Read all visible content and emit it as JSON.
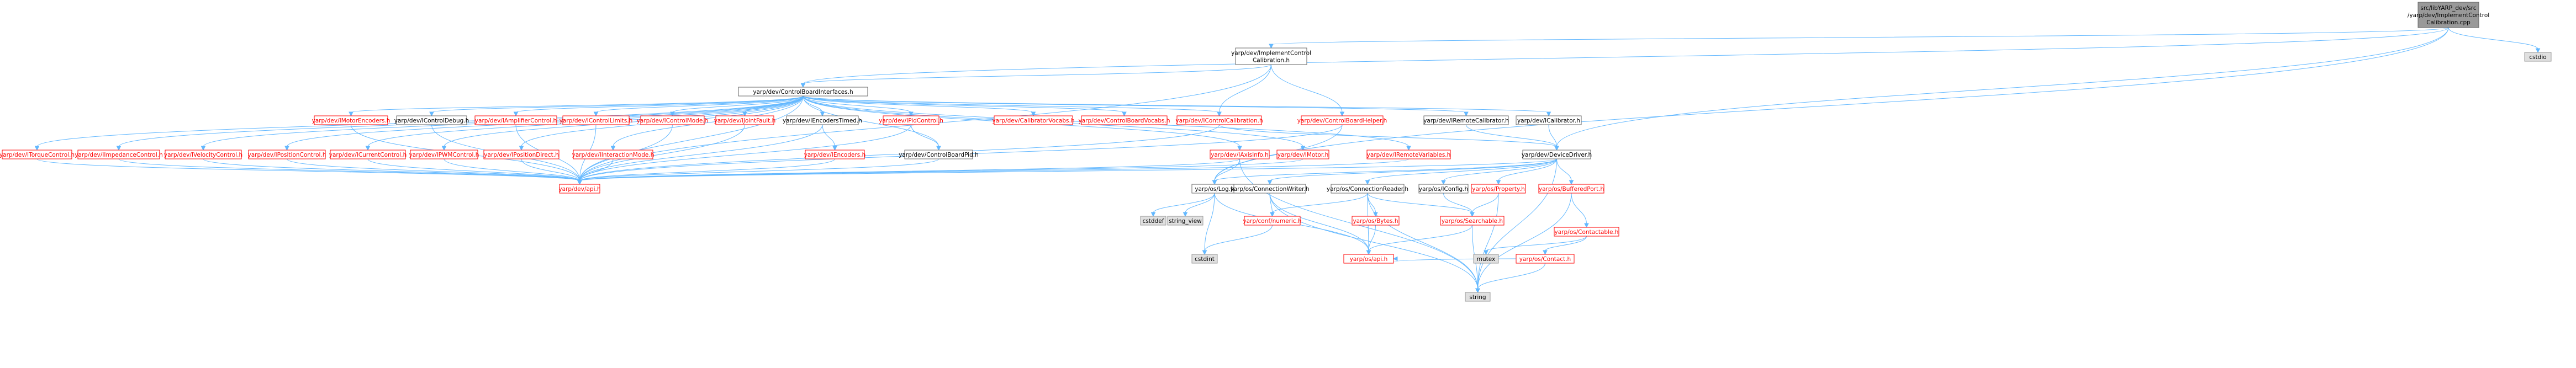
{
  "diagram": {
    "background": "#ffffff",
    "edge_color": "#63b8ff",
    "nodes": [
      {
        "id": "root",
        "label": [
          "src/libYARP_dev/src",
          "/yarp/dev/ImplementControl",
          "Calibration.cpp"
        ],
        "kind": "root"
      },
      {
        "id": "implh",
        "label": [
          "yarp/dev/ImplementControl",
          "Calibration.h"
        ],
        "kind": "file"
      },
      {
        "id": "cstdio",
        "label": [
          "cstdio"
        ],
        "kind": "sys"
      },
      {
        "id": "cbi",
        "label": [
          "yarp/dev/ControlBoardInterfaces.h"
        ],
        "kind": "file"
      },
      {
        "id": "itorque",
        "label": [
          "yarp/dev/ITorqueControl.h"
        ],
        "kind": "trunc"
      },
      {
        "id": "iimped",
        "label": [
          "yarp/dev/IImpedanceControl.h"
        ],
        "kind": "trunc"
      },
      {
        "id": "ivel",
        "label": [
          "yarp/dev/IVelocityControl.h"
        ],
        "kind": "trunc"
      },
      {
        "id": "ipos",
        "label": [
          "yarp/dev/IPositionControl.h"
        ],
        "kind": "trunc"
      },
      {
        "id": "imotenc",
        "label": [
          "yarp/dev/IMotorEncoders.h"
        ],
        "kind": "trunc"
      },
      {
        "id": "icur",
        "label": [
          "yarp/dev/ICurrentControl.h"
        ],
        "kind": "trunc"
      },
      {
        "id": "icbdebug",
        "label": [
          "yarp/dev/IControlDebug.h"
        ],
        "kind": "file"
      },
      {
        "id": "ipwm",
        "label": [
          "yarp/dev/IPWMControl.h"
        ],
        "kind": "trunc"
      },
      {
        "id": "iamp",
        "label": [
          "yarp/dev/IAmplifierControl.h"
        ],
        "kind": "trunc"
      },
      {
        "id": "iposdir",
        "label": [
          "yarp/dev/IPositionDirect.h"
        ],
        "kind": "trunc"
      },
      {
        "id": "ictrllim",
        "label": [
          "yarp/dev/IControlLimits.h"
        ],
        "kind": "trunc"
      },
      {
        "id": "iintmode",
        "label": [
          "yarp/dev/IInteractionMode.h"
        ],
        "kind": "trunc"
      },
      {
        "id": "ictrlmode",
        "label": [
          "yarp/dev/IControlMode.h"
        ],
        "kind": "trunc"
      },
      {
        "id": "ijointfault",
        "label": [
          "yarp/dev/IJointFault.h"
        ],
        "kind": "trunc"
      },
      {
        "id": "iencoderstimed",
        "label": [
          "yarp/dev/IEncodersTimed.h"
        ],
        "kind": "file"
      },
      {
        "id": "iencoders",
        "label": [
          "yarp/dev/IEncoders.h"
        ],
        "kind": "trunc"
      },
      {
        "id": "ipid",
        "label": [
          "yarp/dev/IPidControl.h"
        ],
        "kind": "trunc"
      },
      {
        "id": "cbpid",
        "label": [
          "yarp/dev/ControlBoardPid.h"
        ],
        "kind": "file"
      },
      {
        "id": "calibvocabs",
        "label": [
          "yarp/dev/CalibratorVocabs.h"
        ],
        "kind": "trunc"
      },
      {
        "id": "cbvocabs",
        "label": [
          "yarp/dev/ControlBoardVocabs.h"
        ],
        "kind": "trunc"
      },
      {
        "id": "ictrlcal",
        "label": [
          "yarp/dev/IControlCalibration.h"
        ],
        "kind": "trunc"
      },
      {
        "id": "iaxisinfo",
        "label": [
          "yarp/dev/IAxisInfo.h"
        ],
        "kind": "trunc"
      },
      {
        "id": "imotor",
        "label": [
          "yarp/dev/IMotor.h"
        ],
        "kind": "trunc"
      },
      {
        "id": "cbhelper",
        "label": [
          "yarp/dev/ControlBoardHelper.h"
        ],
        "kind": "trunc"
      },
      {
        "id": "iremvars",
        "label": [
          "yarp/dev/IRemoteVariables.h"
        ],
        "kind": "trunc"
      },
      {
        "id": "iremcal",
        "label": [
          "yarp/dev/IRemoteCalibrator.h"
        ],
        "kind": "file"
      },
      {
        "id": "ical",
        "label": [
          "yarp/dev/ICalibrator.h"
        ],
        "kind": "file"
      },
      {
        "id": "devdriver",
        "label": [
          "yarp/dev/DeviceDriver.h"
        ],
        "kind": "file"
      },
      {
        "id": "devapi",
        "label": [
          "yarp/dev/api.h"
        ],
        "kind": "trunc"
      },
      {
        "id": "oslog",
        "label": [
          "yarp/os/Log.h"
        ],
        "kind": "file"
      },
      {
        "id": "connwriter",
        "label": [
          "yarp/os/ConnectionWriter.h"
        ],
        "kind": "file"
      },
      {
        "id": "connreader",
        "label": [
          "yarp/os/ConnectionReader.h"
        ],
        "kind": "file"
      },
      {
        "id": "iconfig",
        "label": [
          "yarp/os/IConfig.h"
        ],
        "kind": "file"
      },
      {
        "id": "property",
        "label": [
          "yarp/os/Property.h"
        ],
        "kind": "trunc"
      },
      {
        "id": "bufport",
        "label": [
          "yarp/os/BufferedPort.h"
        ],
        "kind": "trunc"
      },
      {
        "id": "cstddef",
        "label": [
          "cstddef"
        ],
        "kind": "sys"
      },
      {
        "id": "string_view",
        "label": [
          "string_view"
        ],
        "kind": "sys"
      },
      {
        "id": "cstdint",
        "label": [
          "cstdint"
        ],
        "kind": "sys"
      },
      {
        "id": "convnum",
        "label": [
          "yarp/conf/numeric.h"
        ],
        "kind": "trunc"
      },
      {
        "id": "bytes",
        "label": [
          "yarp/os/Bytes.h"
        ],
        "kind": "trunc"
      },
      {
        "id": "searchable",
        "label": [
          "yarp/os/Searchable.h"
        ],
        "kind": "trunc"
      },
      {
        "id": "contactable",
        "label": [
          "yarp/os/Contactable.h"
        ],
        "kind": "trunc"
      },
      {
        "id": "osapi",
        "label": [
          "yarp/os/api.h"
        ],
        "kind": "trunc"
      },
      {
        "id": "mutex",
        "label": [
          "mutex"
        ],
        "kind": "sys"
      },
      {
        "id": "contact",
        "label": [
          "yarp/os/Contact.h"
        ],
        "kind": "trunc"
      },
      {
        "id": "string",
        "label": [
          "string"
        ],
        "kind": "sys"
      }
    ],
    "edges": [
      [
        "root",
        "implh"
      ],
      [
        "root",
        "cstdio"
      ],
      [
        "root",
        "cbi"
      ],
      [
        "root",
        "devdriver"
      ],
      [
        "root",
        "oslog"
      ],
      [
        "implh",
        "cbi"
      ],
      [
        "implh",
        "ictrlcal"
      ],
      [
        "implh",
        "cbhelper"
      ],
      [
        "implh",
        "devapi"
      ],
      [
        "cbi",
        "itorque"
      ],
      [
        "cbi",
        "iimped"
      ],
      [
        "cbi",
        "ivel"
      ],
      [
        "cbi",
        "ipos"
      ],
      [
        "cbi",
        "imotenc"
      ],
      [
        "cbi",
        "icur"
      ],
      [
        "cbi",
        "icbdebug"
      ],
      [
        "cbi",
        "ipwm"
      ],
      [
        "cbi",
        "iamp"
      ],
      [
        "cbi",
        "iposdir"
      ],
      [
        "cbi",
        "ictrllim"
      ],
      [
        "cbi",
        "iintmode"
      ],
      [
        "cbi",
        "ictrlmode"
      ],
      [
        "cbi",
        "ijointfault"
      ],
      [
        "cbi",
        "iencoderstimed"
      ],
      [
        "cbi",
        "ipid"
      ],
      [
        "cbi",
        "calibvocabs"
      ],
      [
        "cbi",
        "cbvocabs"
      ],
      [
        "cbi",
        "ictrlcal"
      ],
      [
        "cbi",
        "iaxisinfo"
      ],
      [
        "cbi",
        "imotor"
      ],
      [
        "cbi",
        "iremvars"
      ],
      [
        "cbi",
        "iremcal"
      ],
      [
        "cbi",
        "ical"
      ],
      [
        "cbi",
        "cbpid"
      ],
      [
        "cbi",
        "devapi"
      ],
      [
        "itorque",
        "devapi"
      ],
      [
        "iimped",
        "devapi"
      ],
      [
        "ivel",
        "devapi"
      ],
      [
        "ipos",
        "devapi"
      ],
      [
        "imotenc",
        "devapi"
      ],
      [
        "icur",
        "devapi"
      ],
      [
        "icbdebug",
        "devapi"
      ],
      [
        "ipwm",
        "devapi"
      ],
      [
        "iamp",
        "devapi"
      ],
      [
        "iposdir",
        "devapi"
      ],
      [
        "ictrllim",
        "devapi"
      ],
      [
        "iintmode",
        "devapi"
      ],
      [
        "ictrlmode",
        "devapi"
      ],
      [
        "ijointfault",
        "devapi"
      ],
      [
        "iencoderstimed",
        "iencoders"
      ],
      [
        "iencoderstimed",
        "devapi"
      ],
      [
        "iencoders",
        "devapi"
      ],
      [
        "ipid",
        "cbpid"
      ],
      [
        "ipid",
        "devapi"
      ],
      [
        "cbpid",
        "devapi"
      ],
      [
        "ictrlcal",
        "devapi"
      ],
      [
        "ictrlcal",
        "devdriver"
      ],
      [
        "iaxisinfo",
        "devapi"
      ],
      [
        "iaxisinfo",
        "oslog"
      ],
      [
        "iaxisinfo",
        "string"
      ],
      [
        "imotor",
        "devapi"
      ],
      [
        "cbhelper",
        "oslog"
      ],
      [
        "cbhelper",
        "devapi"
      ],
      [
        "iremvars",
        "devapi"
      ],
      [
        "iremcal",
        "devdriver"
      ],
      [
        "ical",
        "devdriver"
      ],
      [
        "devdriver",
        "devapi"
      ],
      [
        "devdriver",
        "oslog"
      ],
      [
        "devdriver",
        "connwriter"
      ],
      [
        "devdriver",
        "connreader"
      ],
      [
        "devdriver",
        "iconfig"
      ],
      [
        "devdriver",
        "property"
      ],
      [
        "devdriver",
        "bufport"
      ],
      [
        "devdriver",
        "string"
      ],
      [
        "oslog",
        "cstddef"
      ],
      [
        "oslog",
        "string_view"
      ],
      [
        "oslog",
        "cstdint"
      ],
      [
        "oslog",
        "osapi"
      ],
      [
        "connwriter",
        "convnum"
      ],
      [
        "connwriter",
        "osapi"
      ],
      [
        "connwriter",
        "string"
      ],
      [
        "connreader",
        "convnum"
      ],
      [
        "connreader",
        "bytes"
      ],
      [
        "connreader",
        "searchable"
      ],
      [
        "connreader",
        "osapi"
      ],
      [
        "connreader",
        "string"
      ],
      [
        "iconfig",
        "searchable"
      ],
      [
        "property",
        "searchable"
      ],
      [
        "property",
        "string"
      ],
      [
        "bufport",
        "contactable"
      ],
      [
        "bufport",
        "string"
      ],
      [
        "convnum",
        "cstdint"
      ],
      [
        "bytes",
        "osapi"
      ],
      [
        "searchable",
        "osapi"
      ],
      [
        "searchable",
        "string"
      ],
      [
        "contactable",
        "contact"
      ],
      [
        "contactable",
        "mutex"
      ],
      [
        "contact",
        "osapi"
      ],
      [
        "contact",
        "string"
      ]
    ]
  }
}
